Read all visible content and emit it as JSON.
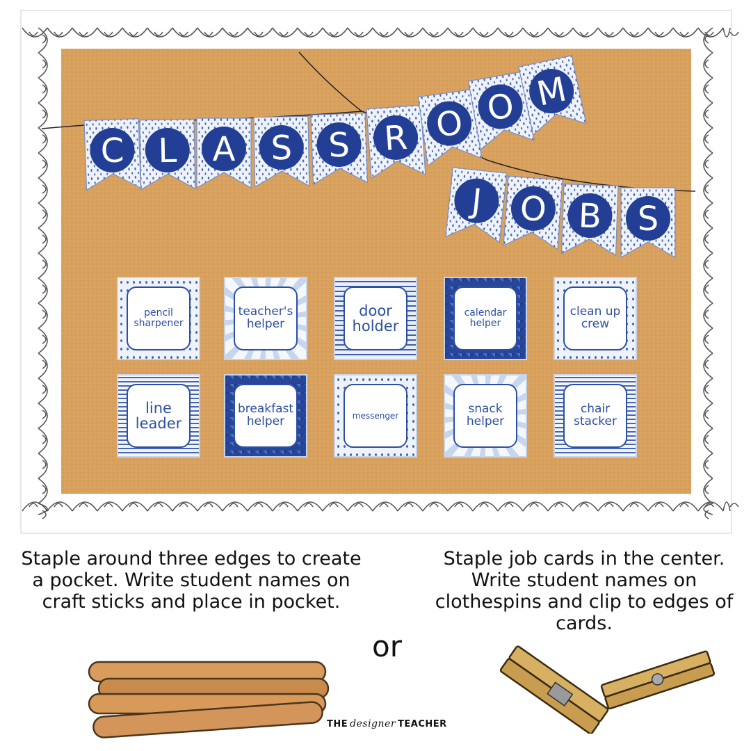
{
  "banner": {
    "line1": [
      "C",
      "L",
      "A",
      "S",
      "S",
      "R",
      "O",
      "O",
      "M"
    ],
    "line2": [
      "J",
      "O",
      "B",
      "S"
    ]
  },
  "cards_row1": [
    "pencil sharpener",
    "teacher's helper",
    "door holder",
    "calendar helper",
    "clean up crew"
  ],
  "cards_row2": [
    "line leader",
    "breakfast helper",
    "messenger",
    "snack helper",
    "chair stacker"
  ],
  "instructions": {
    "left": "Staple around three edges to create a pocket. Write student names on craft sticks and place in pocket.",
    "or": "or",
    "right": "Staple job cards in the center. Write student names on clothespins and clip to edges of cards."
  },
  "credit": {
    "prefix": "THE",
    "script": "designer",
    "suffix": "TEACHER"
  },
  "colors": {
    "cork": "#d9a15e",
    "navy": "#2c4fa3",
    "border_white": "#ffffff"
  }
}
